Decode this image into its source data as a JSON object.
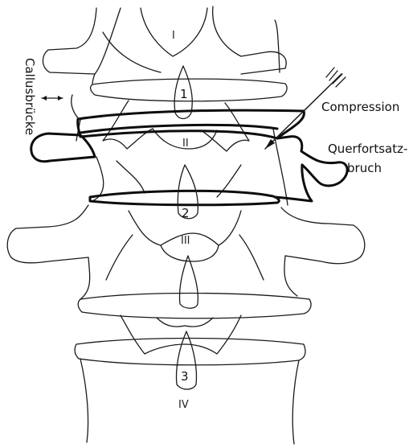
{
  "figure": {
    "labels": {
      "callus": "Callusbrücke",
      "compression": "Compression",
      "fracture_line1": "Querfortsatz-",
      "fracture_line2": "bruch"
    },
    "vertebrae": [
      "I",
      "II",
      "III",
      "IV"
    ],
    "processes": [
      "1",
      "2",
      "3"
    ]
  }
}
